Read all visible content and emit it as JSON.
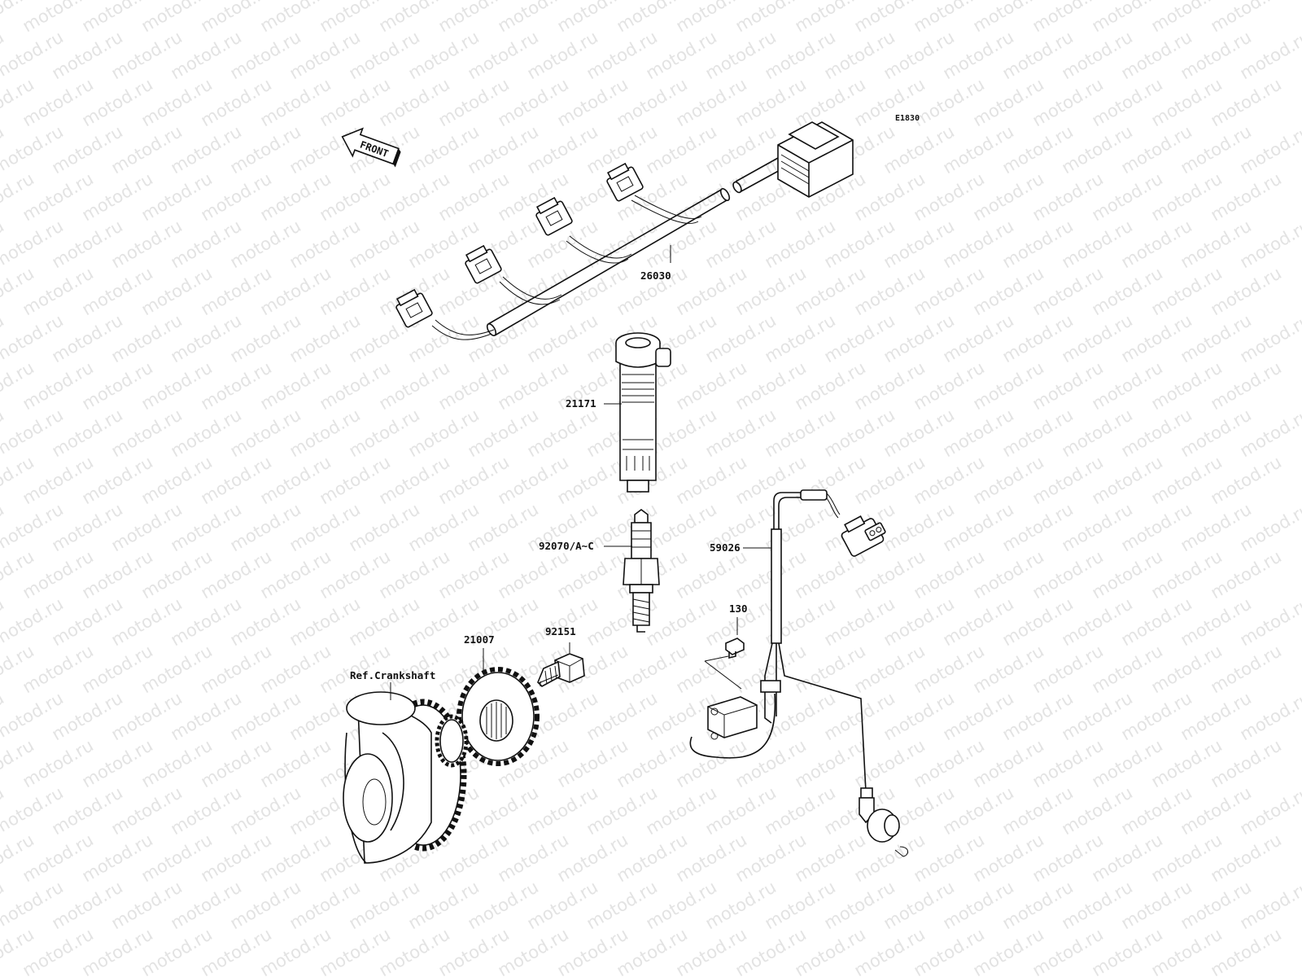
{
  "watermark": "motod.ru",
  "diagram_code": "E1830",
  "front_arrow_label": "FRONT",
  "labels": {
    "harness": "26030",
    "ignition_coil": "21171",
    "spark_plug": "92070/A~C",
    "sensor_harness": "59026",
    "bolt_130": "130",
    "bolt_92151": "92151",
    "rotor": "21007",
    "crankshaft_ref": "Ref.Crankshaft"
  }
}
